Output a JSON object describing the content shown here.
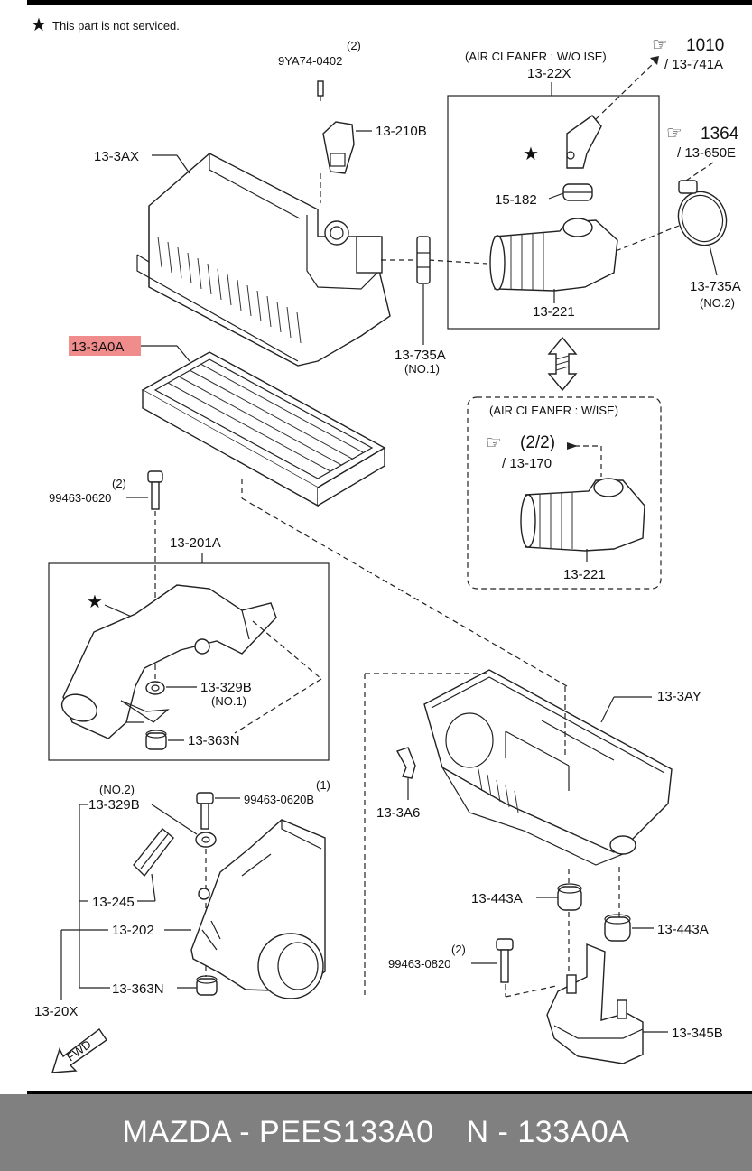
{
  "note": "This part is not serviced.",
  "labels": {
    "p9ya74_qty": "(2)",
    "p9ya74": "9YA74-0402",
    "p13_210b": "13-210B",
    "p13_3ax": "13-3AX",
    "wo_ise_title": "(AIR CLEANER : W/O ISE)",
    "p13_22x": "13-22X",
    "ref1010": "1010",
    "ref13_741a": "/ 13-741A",
    "ref1364": "1364",
    "ref13_650e": "/ 13-650E",
    "p15_182": "15-182",
    "p13_221a": "13-221",
    "p13_735a_r": "13-735A",
    "no2_r": "(NO.2)",
    "p13_3a0a": "13-3A0A",
    "p13_735a_c": "13-735A",
    "no1_c": "(NO.1)",
    "w_ise_title": "(AIR CLEANER : W/ISE)",
    "ref2_2": "(2/2)",
    "ref13_170": "/ 13-170",
    "p13_221b": "13-221",
    "bolt_qty": "(2)",
    "bolt_0620": "99463-0620",
    "p13_201a": "13-201A",
    "p13_329b": "13-329B",
    "no1_l": "(NO.1)",
    "p13_363n_a": "13-363N",
    "p13_3ay": "13-3AY",
    "p13_3a6": "13-3A6",
    "no2_l": "(NO.2)",
    "p13_329b_b": "13-329B",
    "bolt_0620b_qty": "(1)",
    "bolt_0620b": "99463-0620B",
    "p13_245": "13-245",
    "p13_202": "13-202",
    "p13_443a_l": "13-443A",
    "p13_443a_r": "13-443A",
    "bolt_0820_qty": "(2)",
    "bolt_0820": "99463-0820",
    "p13_363n_b": "13-363N",
    "p13_20x": "13-20X",
    "p13_345b": "13-345B",
    "fwd": "FWD"
  },
  "footer": {
    "part": "MAZDA - PEES133A0",
    "code": "N - 133A0A"
  },
  "colors": {
    "highlight": "#f08c8c",
    "footer_bg": "#808080"
  }
}
